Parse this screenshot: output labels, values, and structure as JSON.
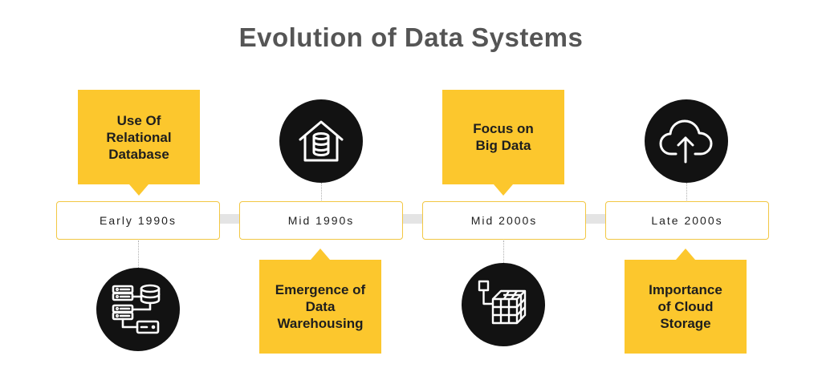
{
  "title": "Evolution of Data Systems",
  "timeline": [
    {
      "period": "Early 1990s",
      "label": "Use Of Relational Database",
      "icon": "database-network-icon"
    },
    {
      "period": "Mid 1990s",
      "label": "Emergence of Data Warehousing",
      "icon": "data-warehouse-icon"
    },
    {
      "period": "Mid 2000s",
      "label": "Focus on Big Data",
      "icon": "data-cube-icon"
    },
    {
      "period": "Late 2000s",
      "label": "Importance of Cloud Storage",
      "icon": "cloud-upload-icon"
    }
  ],
  "colors": {
    "accent": "#fcc72d",
    "circle": "#121212",
    "title": "#555555"
  }
}
